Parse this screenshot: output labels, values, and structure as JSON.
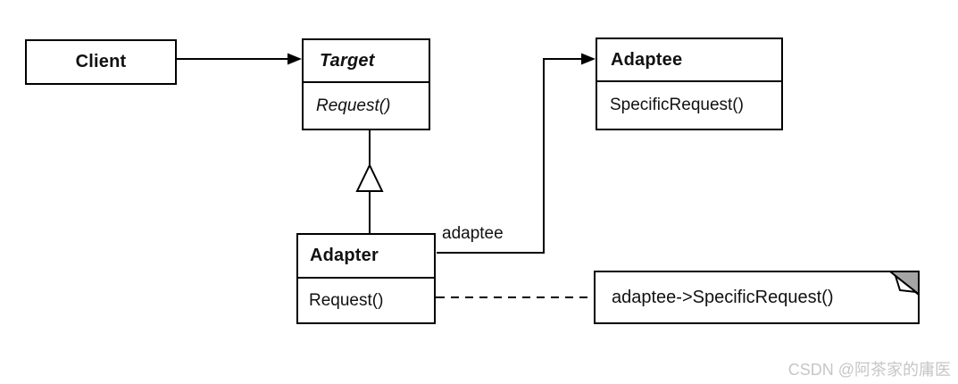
{
  "diagram": {
    "classes": {
      "client": {
        "name": "Client"
      },
      "target": {
        "name": "Target",
        "methods": [
          "Request()"
        ]
      },
      "adaptee": {
        "name": "Adaptee",
        "methods": [
          "SpecificRequest()"
        ]
      },
      "adapter": {
        "name": "Adapter",
        "methods": [
          "Request()"
        ]
      }
    },
    "labels": {
      "adaptee_role": "adaptee"
    },
    "note": {
      "text": "adaptee->SpecificRequest()"
    }
  },
  "colors": {
    "line": "#000000",
    "box_fill": "#ffffff",
    "note_fold": "#a5a5a5",
    "watermark": "#c6c6c6",
    "background": "#ffffff"
  },
  "watermark": {
    "text": "CSDN @阿茶家的庸医"
  }
}
